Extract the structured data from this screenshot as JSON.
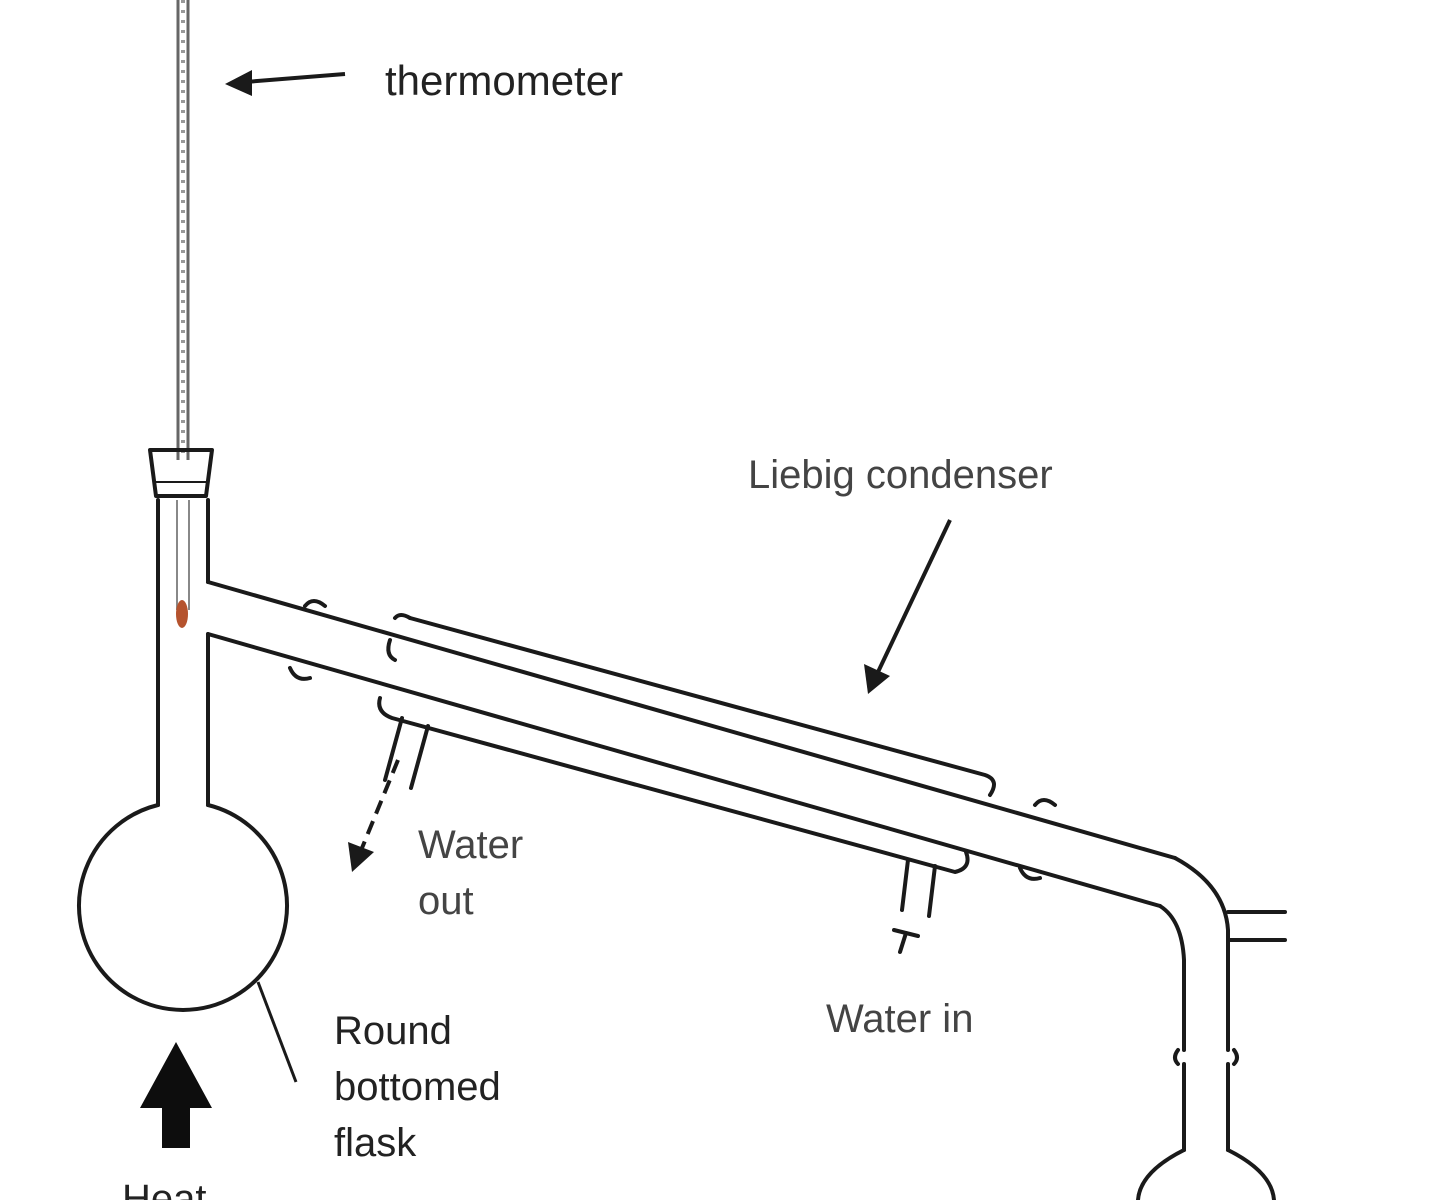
{
  "labels": {
    "thermometer": "thermometer",
    "condenser": "Liebig condenser",
    "water_out_1": "Water",
    "water_out_2": "out",
    "water_in": "Water in",
    "flask_1": "Round",
    "flask_2": "bottomed",
    "flask_3": "flask",
    "heat": "Heat"
  },
  "colors": {
    "line": "#1a1a1a",
    "bulb": "#b5532e",
    "text": "#222222"
  }
}
